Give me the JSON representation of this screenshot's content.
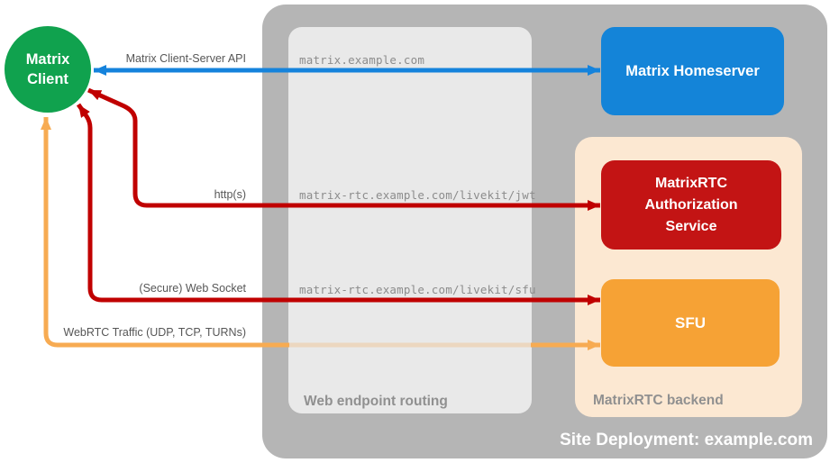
{
  "colors": {
    "canvas-bg": "#ffffff",
    "container-gray": "#b5b5b5",
    "routing-gray": "#e9e9e9",
    "backend-peach": "#fce8d2",
    "client-green": "#10a24e",
    "homeserver-blue": "#1484d8",
    "auth-red": "#c31414",
    "sfu-orange": "#f6a235",
    "arrow-blue": "#1583dc",
    "arrow-red": "#c00000",
    "arrow-orange": "#f7ab52",
    "edge-label-gray": "#565656",
    "zone-label-gray": "#909090",
    "mono-gray": "#8c8c8c",
    "white-text": "#ffffff"
  },
  "nodes": {
    "client": {
      "line1": "Matrix",
      "line2": "Client"
    },
    "homeserver": {
      "label": "Matrix Homeserver"
    },
    "auth_service": {
      "line1": "MatrixRTC",
      "line2": "Authorization",
      "line3": "Service"
    },
    "sfu": {
      "label": "SFU"
    }
  },
  "containers": {
    "site_deployment": {
      "label": "Site Deployment: example.com"
    },
    "web_endpoint_routing": {
      "label": "Web endpoint routing"
    },
    "matrixrtc_backend": {
      "label": "MatrixRTC backend"
    }
  },
  "edges": {
    "client_server_api": {
      "label": "Matrix Client-Server API",
      "route": "matrix.example.com"
    },
    "http": {
      "label": "http(s)",
      "route": "matrix-rtc.example.com/livekit/jwt"
    },
    "websocket": {
      "label": "(Secure) Web Socket",
      "route": "matrix-rtc.example.com/livekit/sfu"
    },
    "webrtc": {
      "label": "WebRTC Traffic (UDP, TCP, TURNs)"
    }
  }
}
